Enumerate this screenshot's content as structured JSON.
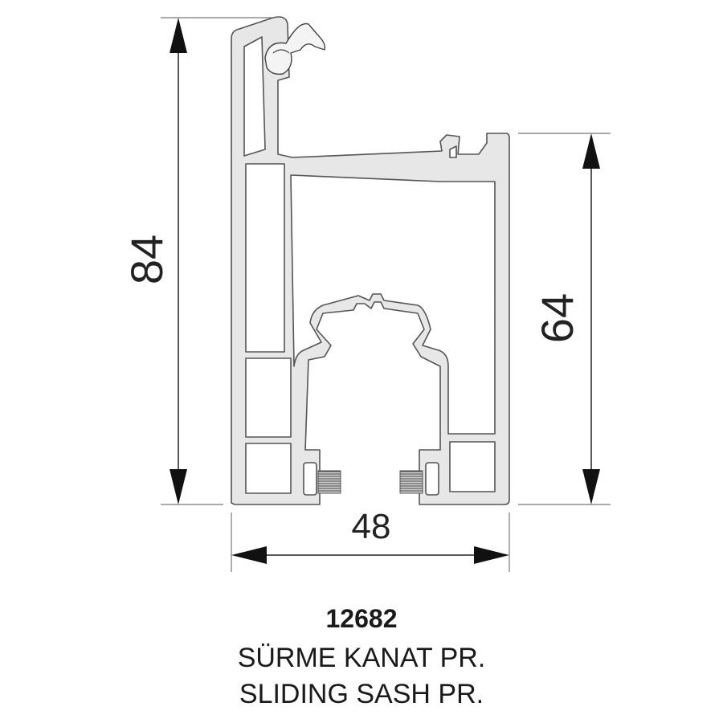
{
  "dimensions": {
    "height_total": "84",
    "height_inner": "64",
    "width": "48"
  },
  "product": {
    "code": "12682",
    "name_tr": "SÜRME KANAT PR.",
    "name_en": "SLIDING SASH PR."
  },
  "colors": {
    "profile_fill": "#e7e7e7",
    "profile_stroke": "#555555",
    "line": "#666666",
    "arrow": "#111111",
    "text": "#222222"
  }
}
